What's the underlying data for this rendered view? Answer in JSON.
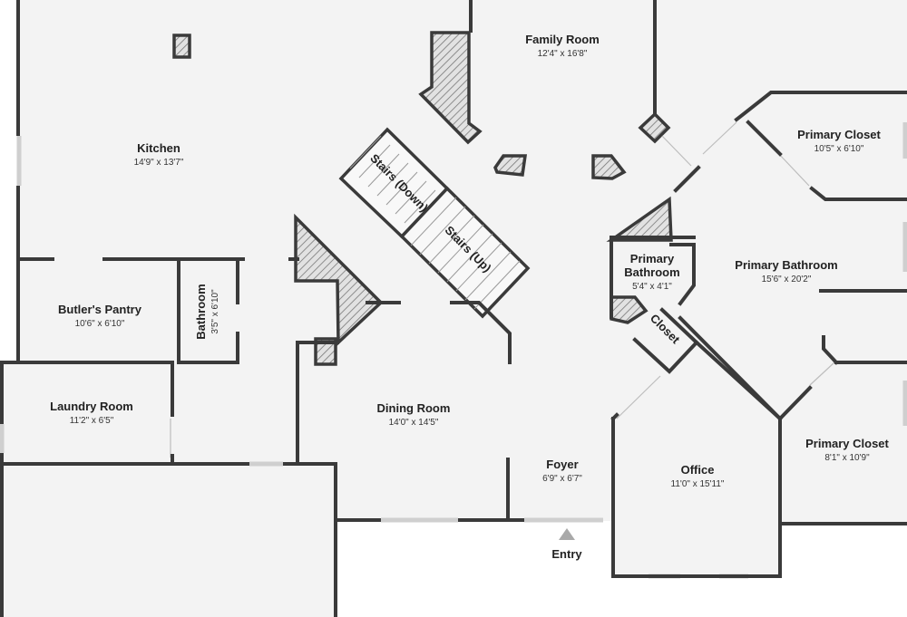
{
  "rooms": {
    "family_room": {
      "name": "Family Room",
      "dims": "12'4\" x 16'8\""
    },
    "kitchen": {
      "name": "Kitchen",
      "dims": "14'9\" x 13'7\""
    },
    "stairs_down": {
      "name": "Stairs (Down)"
    },
    "stairs_up": {
      "name": "Stairs (Up)"
    },
    "primary_closet_1": {
      "name": "Primary Closet",
      "dims": "10'5\" x 6'10\""
    },
    "primary_bath_small": {
      "name_line1": "Primary",
      "name_line2": "Bathroom",
      "dims": "5'4\" x 4'1\""
    },
    "primary_bathroom": {
      "name": "Primary Bathroom",
      "dims": "15'6\" x 20'2\""
    },
    "butlers_pantry": {
      "name": "Butler's Pantry",
      "dims": "10'6\" x 6'10\""
    },
    "bathroom": {
      "name": "Bathroom",
      "dims": "3'5\" x 6'10\""
    },
    "closet": {
      "name": "Closet"
    },
    "laundry_room": {
      "name": "Laundry Room",
      "dims": "11'2\" x 6'5\""
    },
    "dining_room": {
      "name": "Dining Room",
      "dims": "14'0\" x 14'5\""
    },
    "foyer": {
      "name": "Foyer",
      "dims": "6'9\" x 6'7\""
    },
    "office": {
      "name": "Office",
      "dims": "11'0\" x 15'11\""
    },
    "primary_closet_2": {
      "name": "Primary Closet",
      "dims": "8'1\" x 10'9\""
    }
  },
  "entry": {
    "label": "Entry"
  },
  "colors": {
    "floor": "#f3f3f3",
    "wall": "#3a3a3a",
    "hatch": "#777777",
    "entry_arrow": "#a9a9a9"
  }
}
